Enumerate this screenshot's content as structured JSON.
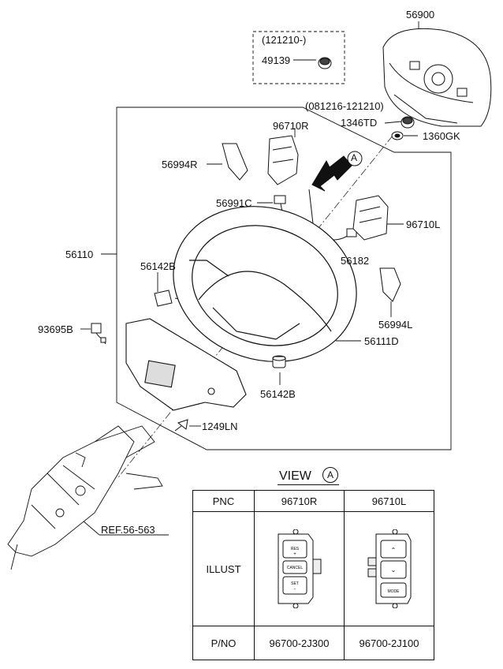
{
  "labels": {
    "p56900": "56900",
    "p121210_range": "(121210-)",
    "p49139": "49139",
    "p081216_range": "(081216-121210)",
    "p1346TD": "1346TD",
    "p1360GK": "1360GK",
    "p96710R": "96710R",
    "p56994R": "56994R",
    "p56991C": "56991C",
    "p96710L": "96710L",
    "p56110": "56110",
    "p56142B_top": "56142B",
    "p56182": "56182",
    "p56994L": "56994L",
    "p93695B": "93695B",
    "p56111D": "56111D",
    "p56142B_bottom": "56142B",
    "p1249LN": "1249LN",
    "ref": "REF.56-563",
    "view_arrow_letter": "A"
  },
  "view": {
    "title": "VIEW",
    "letter": "A"
  },
  "table": {
    "header": [
      "PNC",
      "96710R",
      "96710L"
    ],
    "illust_label": "ILLUST",
    "pno_row": [
      "P/NO",
      "96700-2J300",
      "96700-2J100"
    ]
  },
  "switch_labels": {
    "right": {
      "top": "RES\n+",
      "mid": "CANCEL",
      "bot": "SET\n-"
    },
    "left": {
      "mode": "MODE"
    }
  }
}
